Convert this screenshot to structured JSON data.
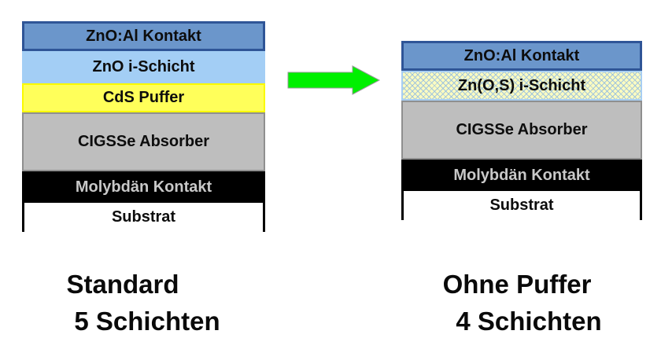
{
  "stacks": {
    "left": {
      "caption": {
        "line1": "Standard",
        "line2": "5 Schichten"
      },
      "layers": [
        {
          "name": "zno-al-kontakt",
          "label": "ZnO:Al Kontakt",
          "fill": "#6B96CB",
          "border": "#2F5597",
          "text_color": "#0d0d0d"
        },
        {
          "name": "zno-i-schicht",
          "label": "ZnO i-Schicht",
          "fill": "#A3CEF5",
          "text_color": "#0d0d0d"
        },
        {
          "name": "cds-puffer",
          "label": "CdS Puffer",
          "fill": "#FFFF5A",
          "border": "#FAFA00",
          "text_color": "#0d0d0d"
        },
        {
          "name": "cigsse-absorber",
          "label": "CIGSSe Absorber",
          "fill": "#BEBEBE",
          "border": "#8F8F8F",
          "text_color": "#0d0d0d"
        },
        {
          "name": "molybdaen-kontakt",
          "label": "Molybdän Kontakt",
          "fill": "#000000",
          "text_color": "#C8C8C8"
        },
        {
          "name": "substrat",
          "label": "Substrat",
          "fill": "#FFFFFF",
          "border": "#000000",
          "text_color": "#0d0d0d"
        }
      ]
    },
    "right": {
      "caption": {
        "line1": "Ohne Puffer",
        "line2": "4 Schichten"
      },
      "layers": [
        {
          "name": "zno-al-kontakt",
          "label": "ZnO:Al Kontakt",
          "fill": "#6B96CB",
          "border": "#2F5597",
          "text_color": "#0d0d0d"
        },
        {
          "name": "znos-i-schicht",
          "label": "Zn(O,S) i-Schicht",
          "fill": "#FBFBC0",
          "pattern": "crosshatch",
          "pattern_color": "#96BEE1",
          "border": "#A8CEF2",
          "text_color": "#0d0d0d"
        },
        {
          "name": "cigsse-absorber",
          "label": "CIGSSe Absorber",
          "fill": "#BEBEBE",
          "border": "#8F8F8F",
          "text_color": "#0d0d0d"
        },
        {
          "name": "molybdaen-kontakt",
          "label": "Molybdän Kontakt",
          "fill": "#000000",
          "text_color": "#C8C8C8"
        },
        {
          "name": "substrat",
          "label": "Substrat",
          "fill": "#FFFFFF",
          "border": "#000000",
          "text_color": "#0d0d0d"
        }
      ]
    }
  },
  "arrow": {
    "direction": "right",
    "fill": "#00F000",
    "outline": "#9A9A9A"
  }
}
